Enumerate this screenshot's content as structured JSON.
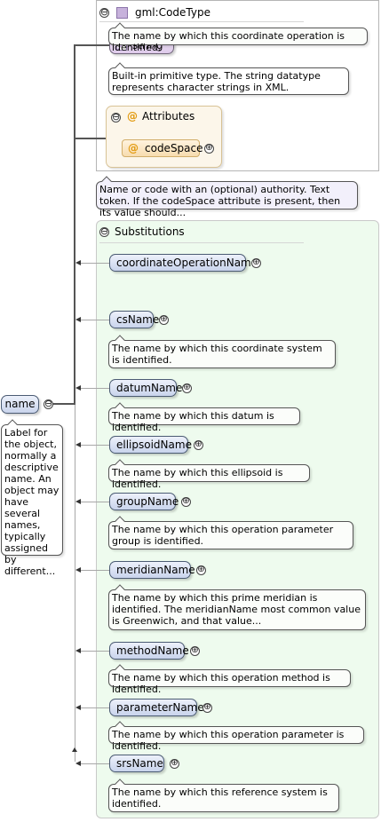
{
  "type_panel": {
    "header": "gml:CodeType",
    "base_type": "string",
    "base_type_doc": "Built-in primitive type. The string datatype represents character strings in XML.",
    "attributes": {
      "header": "Attributes",
      "items": [
        "codeSpace"
      ]
    }
  },
  "element_doc": "Name or code with an (optional) authority. Text token. If the codeSpace attribute is present, then its value should...",
  "root_element": {
    "name": "name",
    "doc": "Label for the object, normally a descriptive name. An object may have several names, typically assigned by different..."
  },
  "substitutions": {
    "header": "Substitutions",
    "items": [
      {
        "name": "coordinateOperationName",
        "doc": "The name by which this coordinate operation is identified."
      },
      {
        "name": "csName",
        "doc": "The name by which this coordinate system is identified."
      },
      {
        "name": "datumName",
        "doc": "The name by which this datum is identified."
      },
      {
        "name": "ellipsoidName",
        "doc": "The name by which this ellipsoid is identified."
      },
      {
        "name": "groupName",
        "doc": "The name by which this operation parameter group is identified."
      },
      {
        "name": "meridianName",
        "doc": "The name by which this prime meridian is identified. The meridianName most common value is Greenwich, and that value..."
      },
      {
        "name": "methodName",
        "doc": "The name by which this operation method is identified."
      },
      {
        "name": "parameterName",
        "doc": "The name by which this operation parameter is identified."
      },
      {
        "name": "srsName",
        "doc": "The name by which this reference system is identified."
      }
    ]
  },
  "icons": {
    "collapse": "⊖",
    "expand": "⊕",
    "attribute": "@"
  }
}
